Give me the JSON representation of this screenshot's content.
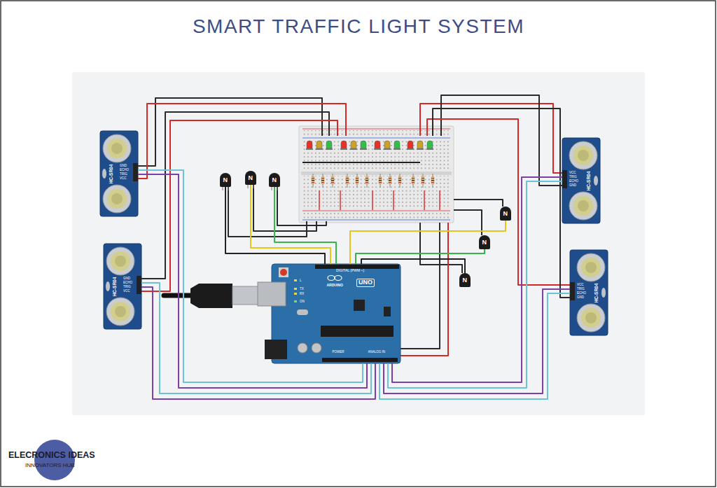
{
  "diagram": {
    "title": "SMART TRAFFIC LIGHT SYSTEM",
    "nodes": [
      {
        "text": [
          "HC-SR04",
          "GND",
          "ECHO",
          "TRIG",
          "VCC"
        ]
      },
      {
        "text": [
          "N"
        ]
      },
      {
        "text": [
          "N"
        ]
      },
      {
        "text": [
          "N"
        ]
      },
      {
        "text": [
          "HC-SR04",
          "VCC",
          "TRIG",
          "ECHO",
          "GND"
        ]
      },
      {
        "text": [
          "N"
        ]
      },
      {
        "text": [
          "N"
        ]
      },
      {
        "text": [
          "HC-SR04",
          "GND",
          "ECHO",
          "TRIG",
          "VCC"
        ]
      },
      {
        "text": [
          "DIGITAL (PWM ~)",
          "L",
          "TX",
          "RX",
          "ARDUINO",
          "UNO",
          "ON",
          "POWER",
          "ANALOG IN"
        ]
      },
      {
        "text": [
          "N"
        ]
      },
      {
        "text": [
          "HC-SR04",
          "VCC",
          "TRIG",
          "ECHO",
          "GND"
        ]
      }
    ],
    "edges": [
      {
        "from": 0,
        "to": 8,
        "arrow": "none"
      },
      {
        "from": 0,
        "to": 8,
        "arrow": "none"
      },
      {
        "from": 1,
        "to": 8,
        "arrow": "none"
      },
      {
        "from": 2,
        "to": 8,
        "arrow": "none"
      },
      {
        "from": 3,
        "to": 8,
        "arrow": "none"
      },
      {
        "from": 4,
        "to": 8,
        "arrow": "none"
      },
      {
        "from": 4,
        "to": 8,
        "arrow": "none"
      },
      {
        "from": 5,
        "to": 8,
        "arrow": "none"
      },
      {
        "from": 6,
        "to": 8,
        "arrow": "none"
      },
      {
        "from": 7,
        "to": 8,
        "arrow": "none"
      },
      {
        "from": 7,
        "to": 8,
        "arrow": "none"
      },
      {
        "from": 9,
        "to": 8,
        "arrow": "none"
      },
      {
        "from": 10,
        "to": 8,
        "arrow": "none"
      },
      {
        "from": 10,
        "to": 8,
        "arrow": "none"
      }
    ],
    "labels": [
      "ELECRONICS IDEAS",
      "INNOVATORS HUB"
    ]
  }
}
